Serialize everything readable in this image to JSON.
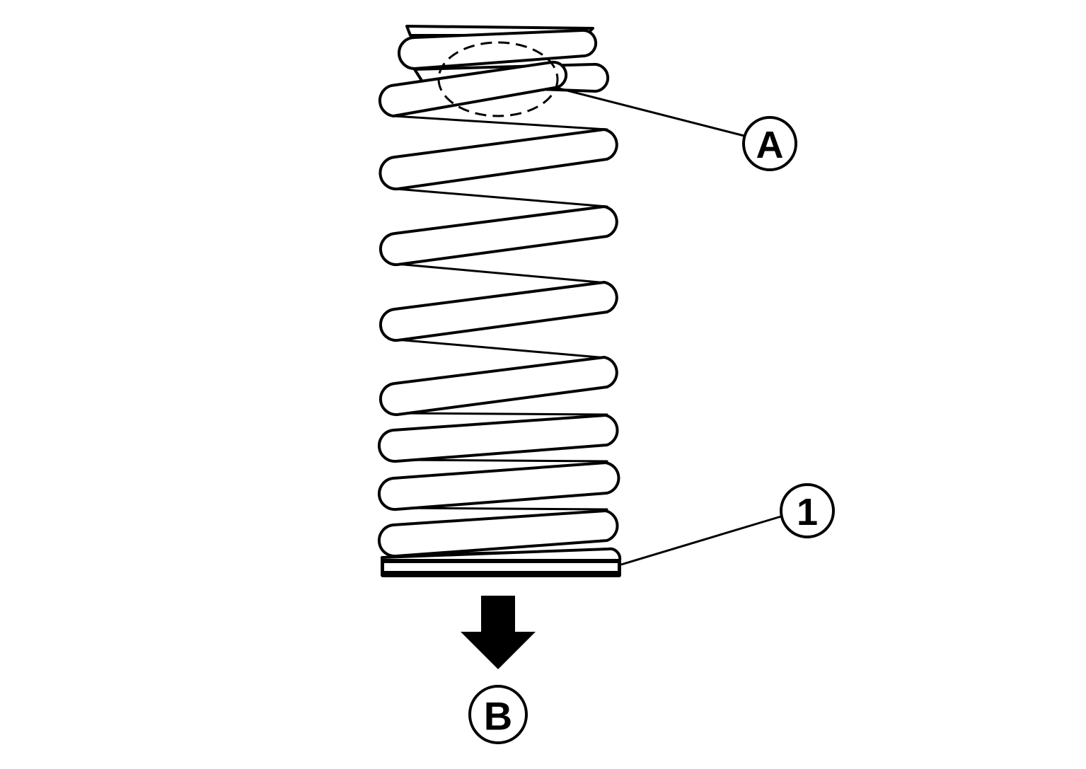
{
  "diagram": {
    "callouts": {
      "a": {
        "label": "A"
      },
      "one": {
        "label": "1"
      },
      "b": {
        "label": "B"
      }
    },
    "colors": {
      "line": "#000000",
      "background": "#ffffff"
    },
    "icons": {
      "arrow": "down-arrow-icon"
    }
  }
}
